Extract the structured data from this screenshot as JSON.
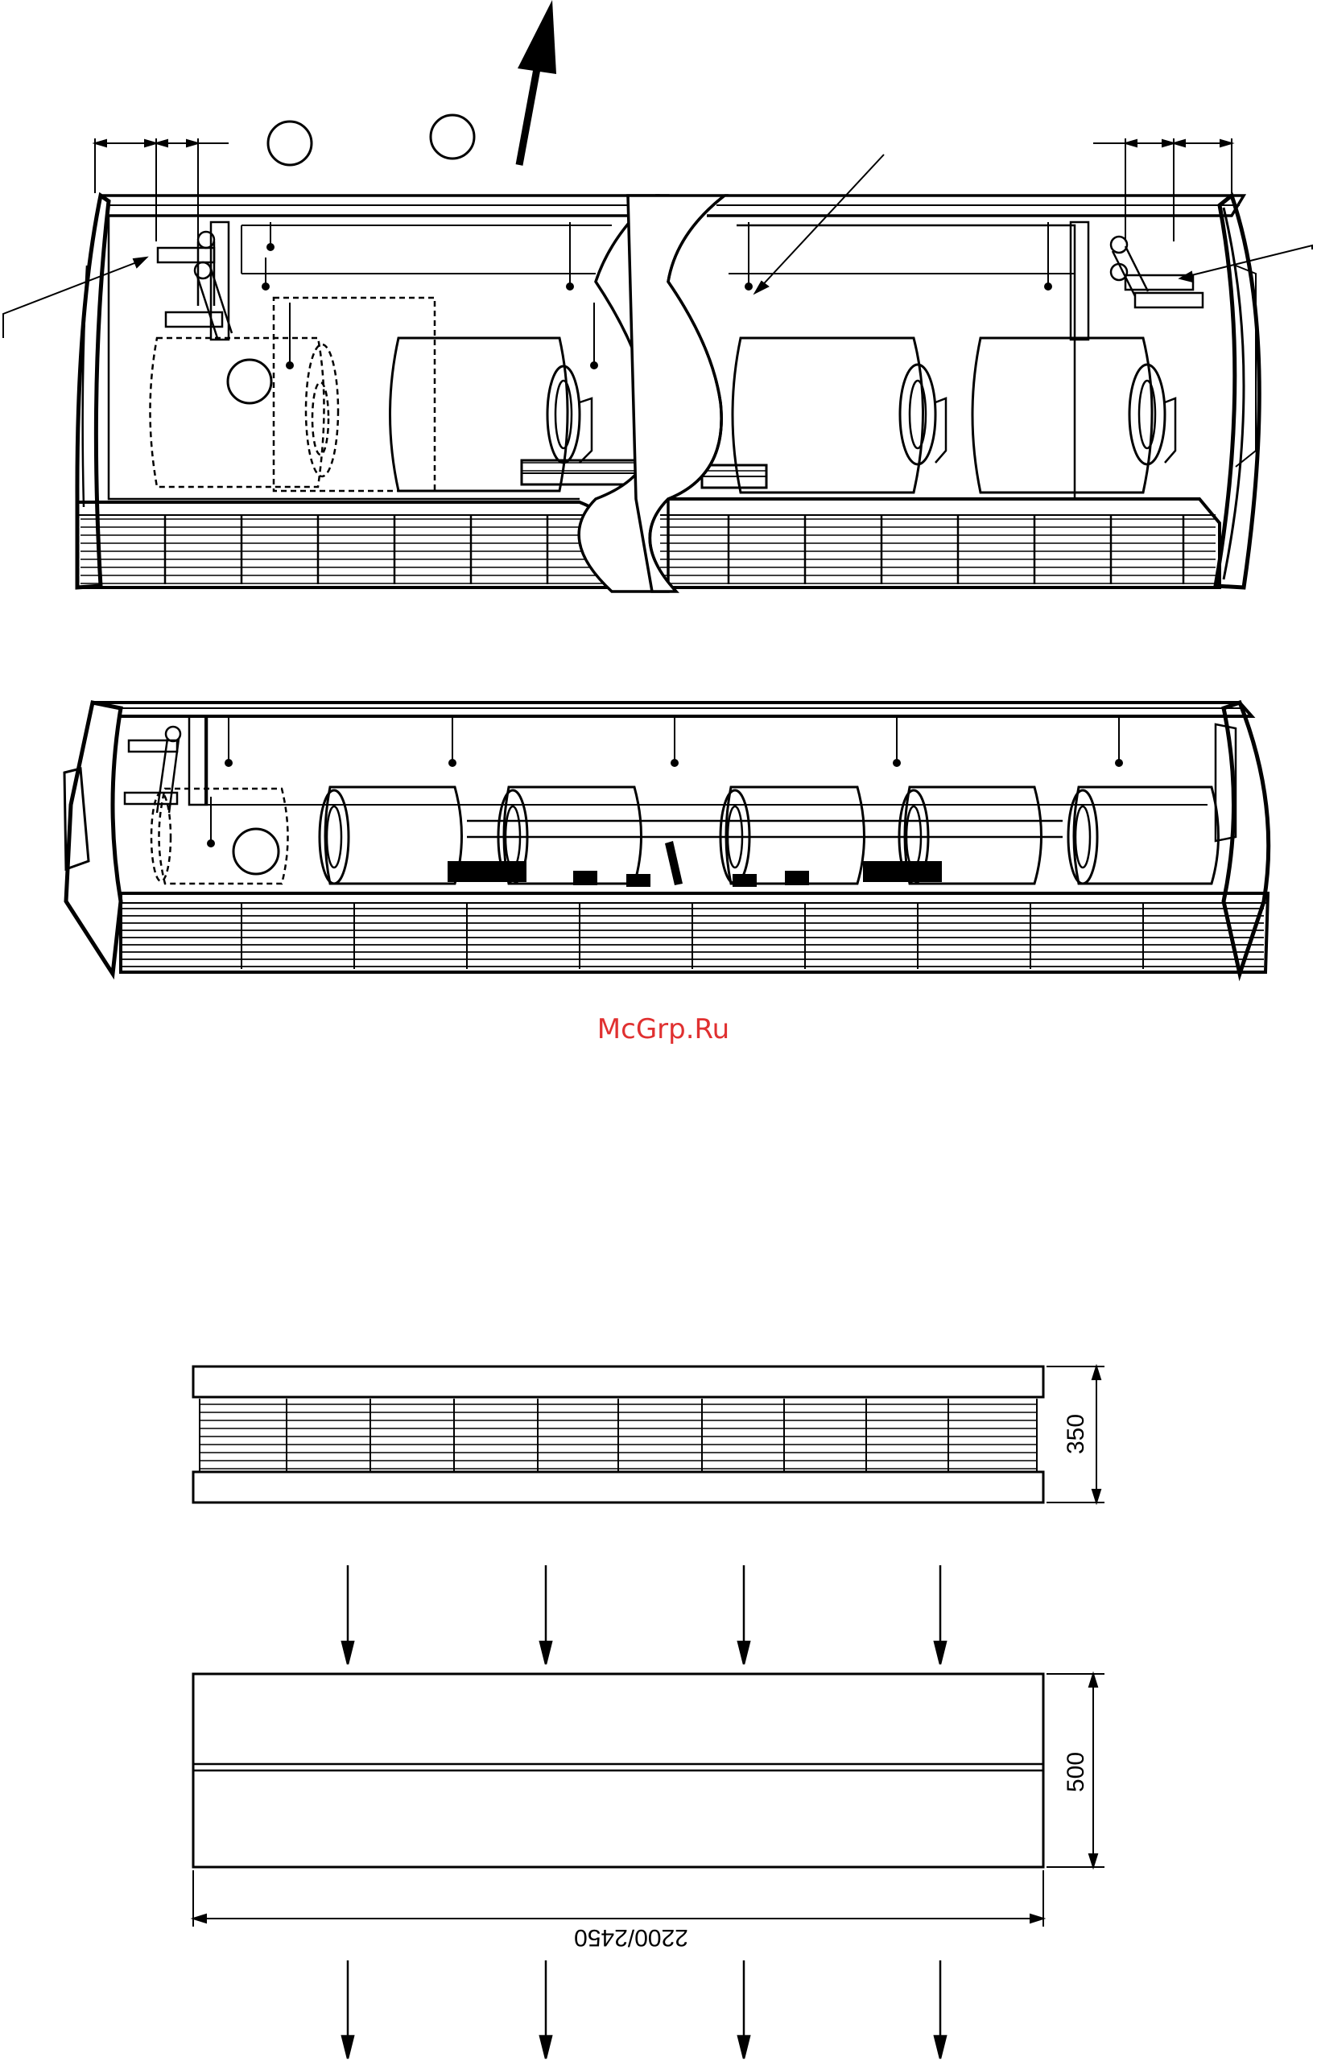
{
  "watermark": "McGrp.Ru",
  "dimensions": {
    "height_front": "350",
    "depth_top": "500",
    "length": "2200/2450"
  },
  "colors": {
    "line": "#000000",
    "watermark": "#e03030",
    "background": "#ffffff"
  }
}
